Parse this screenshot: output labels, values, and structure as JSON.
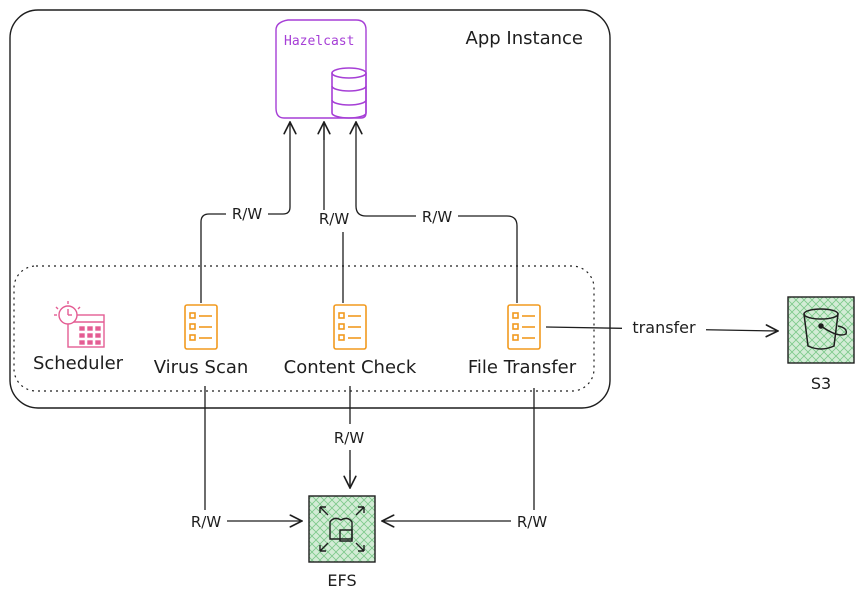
{
  "app_instance": {
    "title": "App Instance"
  },
  "hazelcast": {
    "label": "Hazelcast"
  },
  "services": {
    "scheduler": "Scheduler",
    "virus_scan": "Virus Scan",
    "content_check": "Content Check",
    "file_transfer": "File Transfer"
  },
  "storage": {
    "s3": "S3",
    "efs": "EFS"
  },
  "edges": {
    "virus_to_hz": "R/W",
    "content_to_hz": "R/W",
    "transfer_to_hz": "R/W",
    "transfer_to_s3": "transfer",
    "content_to_efs": "R/W",
    "virus_to_efs": "R/W",
    "transfer_to_efs": "R/W"
  },
  "colors": {
    "hazelcast": "#a63fd6",
    "service_icon": "#f29a1f",
    "scheduler_icon": "#e45d93",
    "storage_fill": "#d3ecd6",
    "storage_border": "#1e1e1e"
  },
  "icons": {
    "hazelcast": "database-icon",
    "service": "list-document-icon",
    "scheduler": "calendar-sun-icon",
    "s3": "bucket-icon",
    "efs": "folder-expand-icon"
  }
}
